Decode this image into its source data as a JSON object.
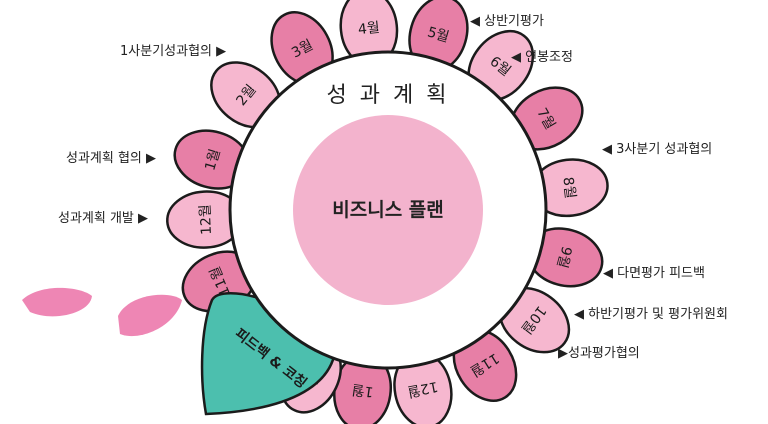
{
  "colors": {
    "petal_dark": "#e77fa6",
    "petal_light": "#f6b7cf",
    "stroke": "#1b1b1b",
    "center": "#f3b3cd",
    "leaf": "#4cbfae",
    "deco": "#ee86b4"
  },
  "ring_title": "성 과 계 획",
  "center_text": "비즈니스 플랜",
  "leaf_text": "피드백 & 코칭",
  "petals": [
    {
      "label": "1월",
      "shade": "dark"
    },
    {
      "label": "2월",
      "shade": "light"
    },
    {
      "label": "3월",
      "shade": "dark"
    },
    {
      "label": "4월",
      "shade": "light"
    },
    {
      "label": "5월",
      "shade": "dark"
    },
    {
      "label": "6월",
      "shade": "light"
    },
    {
      "label": "7월",
      "shade": "dark"
    },
    {
      "label": "8월",
      "shade": "light"
    },
    {
      "label": "9월",
      "shade": "dark"
    },
    {
      "label": "10월",
      "shade": "light"
    },
    {
      "label": "11월",
      "shade": "dark"
    },
    {
      "label": "12월",
      "shade": "light"
    },
    {
      "label": "1월",
      "shade": "dark"
    },
    {
      "label": "2월",
      "shade": "light"
    },
    {
      "label": "3월",
      "shade": "dark"
    }
  ],
  "annotations": {
    "half_plan": "◀ 상반기평가",
    "salary": "◀ 연봉조정",
    "q1": "1사분기성과협의 ▶",
    "q3": "◀ 3사분기 성과협의",
    "consult": "성과계획 협의 ▶",
    "develop": "성과계획 개발 ▶",
    "multi": "◀ 다면평가 피드백",
    "second_half": "◀ 하반기평가 및 평가위원회",
    "perf_consult": "▶성과평가협의"
  }
}
